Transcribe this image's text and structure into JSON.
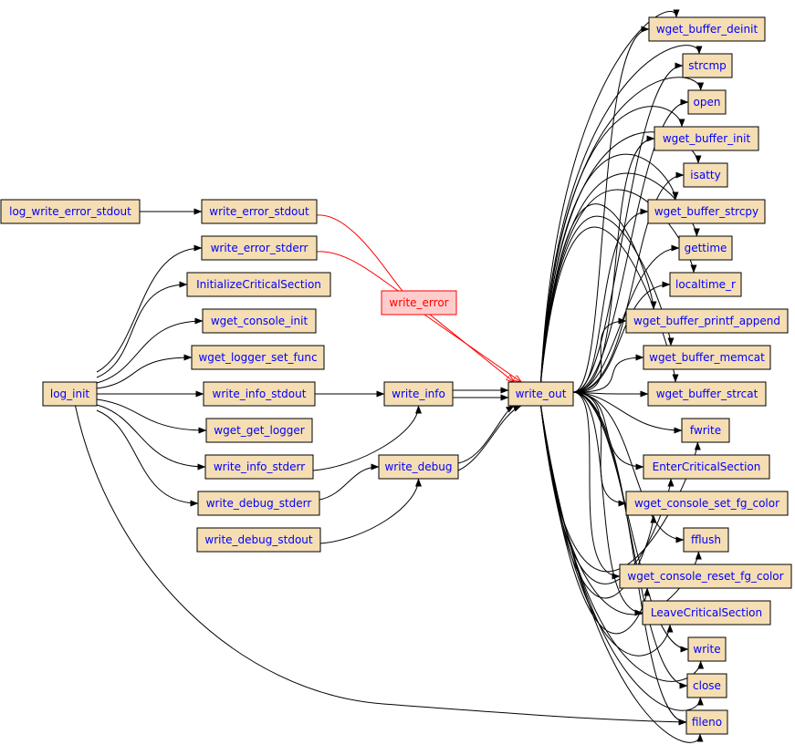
{
  "colors": {
    "node_fill": "#f5deb3",
    "node_text": "#0000ff",
    "edge": "#000000",
    "highlight": "#ff0000",
    "highlight_fill": "#ffcccc"
  },
  "highlight_node": "write_error",
  "nodes": [
    {
      "id": "log_write_error_stdout",
      "label": "log_write_error_stdout"
    },
    {
      "id": "write_error_stdout",
      "label": "write_error_stdout"
    },
    {
      "id": "write_error_stderr",
      "label": "write_error_stderr"
    },
    {
      "id": "InitializeCriticalSection",
      "label": "InitializeCriticalSection"
    },
    {
      "id": "wget_console_init",
      "label": "wget_console_init"
    },
    {
      "id": "wget_logger_set_func",
      "label": "wget_logger_set_func"
    },
    {
      "id": "log_init",
      "label": "log_init"
    },
    {
      "id": "write_info_stdout",
      "label": "write_info_stdout"
    },
    {
      "id": "wget_get_logger",
      "label": "wget_get_logger"
    },
    {
      "id": "write_info_stderr",
      "label": "write_info_stderr"
    },
    {
      "id": "write_debug_stderr",
      "label": "write_debug_stderr"
    },
    {
      "id": "write_debug_stdout",
      "label": "write_debug_stdout"
    },
    {
      "id": "write_error",
      "label": "write_error"
    },
    {
      "id": "write_info",
      "label": "write_info"
    },
    {
      "id": "write_debug",
      "label": "write_debug"
    },
    {
      "id": "write_out",
      "label": "write_out"
    },
    {
      "id": "wget_buffer_deinit",
      "label": "wget_buffer_deinit"
    },
    {
      "id": "strcmp",
      "label": "strcmp"
    },
    {
      "id": "open",
      "label": "open"
    },
    {
      "id": "wget_buffer_init",
      "label": "wget_buffer_init"
    },
    {
      "id": "isatty",
      "label": "isatty"
    },
    {
      "id": "wget_buffer_strcpy",
      "label": "wget_buffer_strcpy"
    },
    {
      "id": "gettime",
      "label": "gettime"
    },
    {
      "id": "localtime_r",
      "label": "localtime_r"
    },
    {
      "id": "wget_buffer_printf_append",
      "label": "wget_buffer_printf_append"
    },
    {
      "id": "wget_buffer_memcat",
      "label": "wget_buffer_memcat"
    },
    {
      "id": "wget_buffer_strcat",
      "label": "wget_buffer_strcat"
    },
    {
      "id": "fwrite",
      "label": "fwrite"
    },
    {
      "id": "EnterCriticalSection",
      "label": "EnterCriticalSection"
    },
    {
      "id": "wget_console_set_fg_color",
      "label": "wget_console_set_fg_color"
    },
    {
      "id": "fflush",
      "label": "fflush"
    },
    {
      "id": "wget_console_reset_fg_color",
      "label": "wget_console_reset_fg_color"
    },
    {
      "id": "LeaveCriticalSection",
      "label": "LeaveCriticalSection"
    },
    {
      "id": "write",
      "label": "write"
    },
    {
      "id": "close",
      "label": "close"
    },
    {
      "id": "fileno",
      "label": "fileno"
    }
  ],
  "edges": [
    [
      "log_write_error_stdout",
      "write_error_stdout"
    ],
    [
      "log_init",
      "write_error_stderr"
    ],
    [
      "log_init",
      "InitializeCriticalSection"
    ],
    [
      "log_init",
      "wget_console_init"
    ],
    [
      "log_init",
      "wget_logger_set_func"
    ],
    [
      "log_init",
      "write_info_stdout"
    ],
    [
      "log_init",
      "wget_get_logger"
    ],
    [
      "log_init",
      "write_info_stderr"
    ],
    [
      "log_init",
      "write_debug_stderr"
    ],
    [
      "log_init",
      "fileno"
    ],
    [
      "write_error_stdout",
      "write_error"
    ],
    [
      "write_error_stderr",
      "write_error"
    ],
    [
      "write_error",
      "write_out"
    ],
    [
      "write_error",
      "write_out"
    ],
    [
      "write_info_stdout",
      "write_info"
    ],
    [
      "write_info_stderr",
      "write_info"
    ],
    [
      "write_info",
      "write_out"
    ],
    [
      "write_info",
      "write_out"
    ],
    [
      "write_debug_stderr",
      "write_debug"
    ],
    [
      "write_debug_stdout",
      "write_debug"
    ],
    [
      "write_debug",
      "write_out"
    ],
    [
      "write_debug",
      "write_out"
    ]
  ],
  "fan_out": {
    "from": "write_out",
    "to": [
      "wget_buffer_deinit",
      "strcmp",
      "open",
      "wget_buffer_init",
      "isatty",
      "wget_buffer_strcpy",
      "gettime",
      "localtime_r",
      "wget_buffer_printf_append",
      "wget_buffer_memcat",
      "wget_buffer_strcat",
      "fwrite",
      "EnterCriticalSection",
      "wget_console_set_fg_color",
      "fflush",
      "wget_console_reset_fg_color",
      "LeaveCriticalSection",
      "write",
      "close",
      "fileno"
    ]
  }
}
